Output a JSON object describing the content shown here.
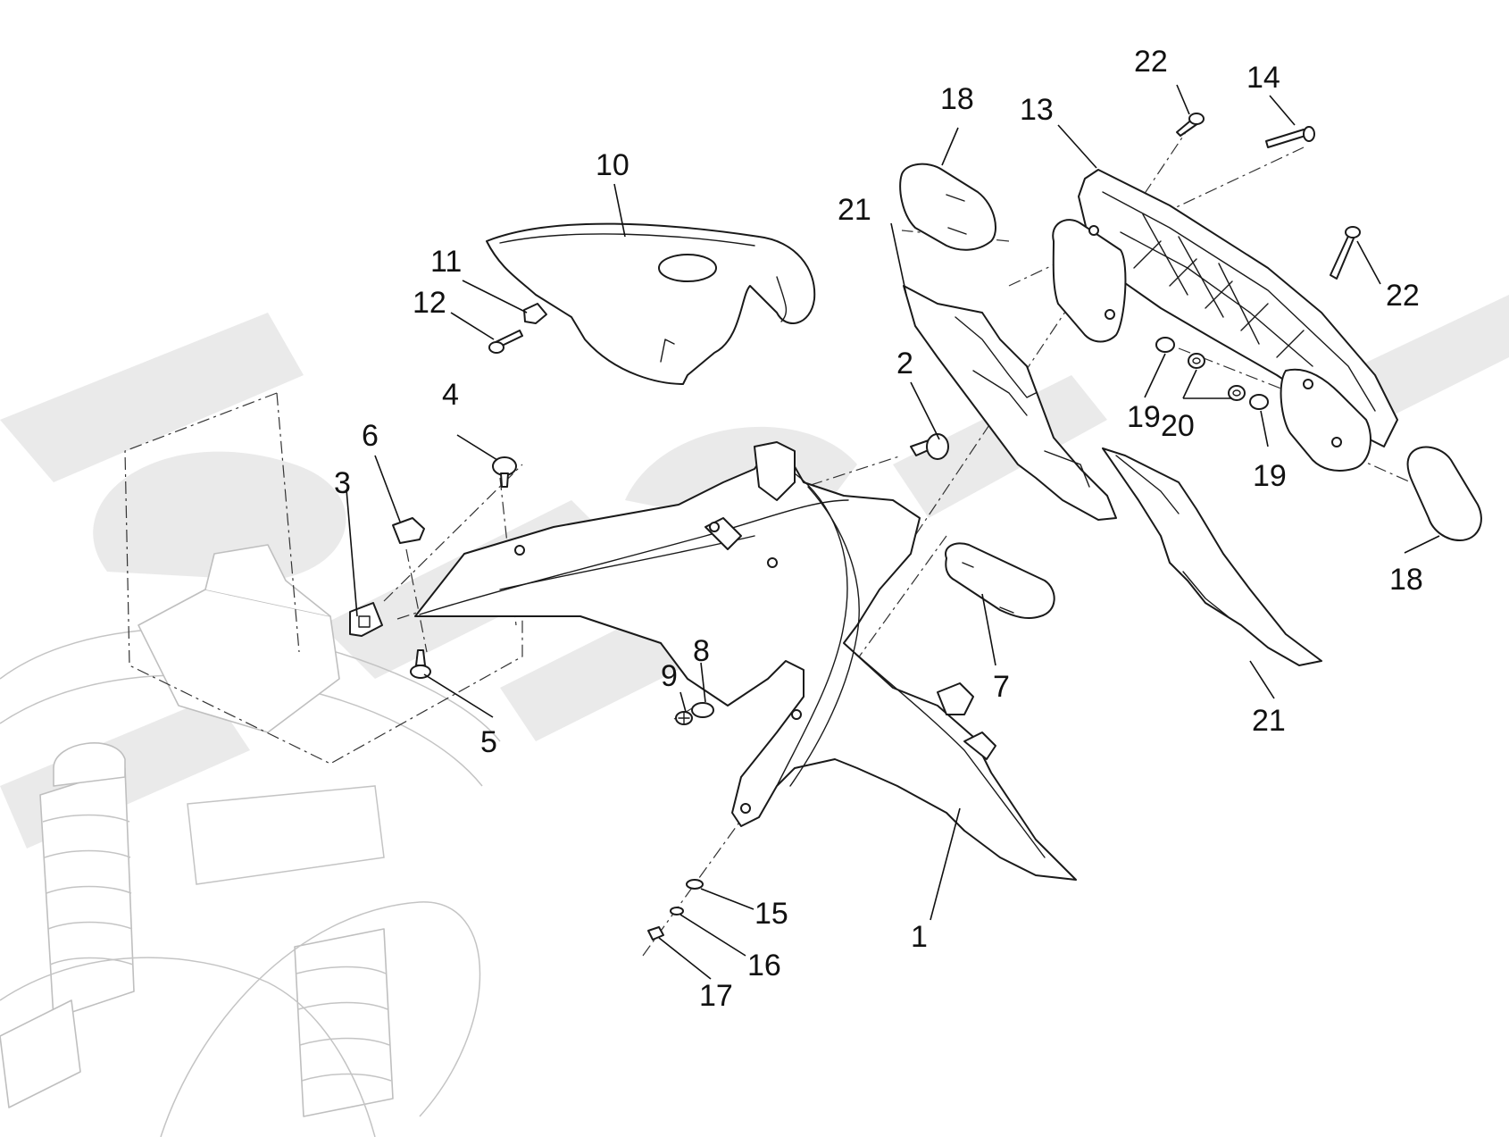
{
  "callouts": [
    {
      "id": "1",
      "text": "1"
    },
    {
      "id": "2",
      "text": "2"
    },
    {
      "id": "3",
      "text": "3"
    },
    {
      "id": "4",
      "text": "4"
    },
    {
      "id": "5",
      "text": "5"
    },
    {
      "id": "6",
      "text": "6"
    },
    {
      "id": "7",
      "text": "7"
    },
    {
      "id": "8",
      "text": "8"
    },
    {
      "id": "9",
      "text": "9"
    },
    {
      "id": "10",
      "text": "10"
    },
    {
      "id": "11",
      "text": "11"
    },
    {
      "id": "12",
      "text": "12"
    },
    {
      "id": "13",
      "text": "13"
    },
    {
      "id": "14",
      "text": "14"
    },
    {
      "id": "15",
      "text": "15"
    },
    {
      "id": "16",
      "text": "16"
    },
    {
      "id": "17",
      "text": "17"
    },
    {
      "id": "18a",
      "text": "18"
    },
    {
      "id": "18b",
      "text": "18"
    },
    {
      "id": "19a",
      "text": "19"
    },
    {
      "id": "19b",
      "text": "19"
    },
    {
      "id": "20",
      "text": "20"
    },
    {
      "id": "21a",
      "text": "21"
    },
    {
      "id": "21b",
      "text": "21"
    },
    {
      "id": "22a",
      "text": "22"
    },
    {
      "id": "22b",
      "text": "22"
    }
  ]
}
